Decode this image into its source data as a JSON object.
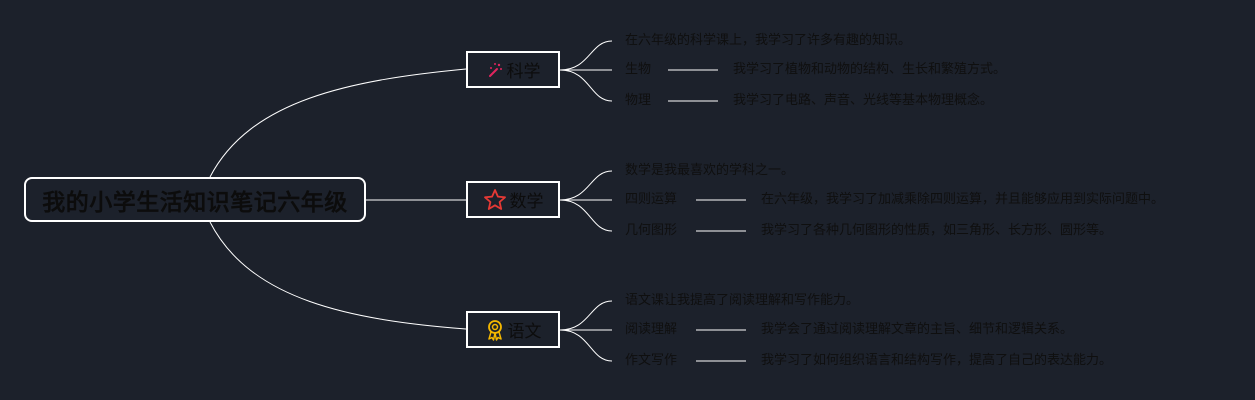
{
  "root": {
    "label": "我的小学生活知识笔记六年级"
  },
  "colors": {
    "background": "#1c212b",
    "line": "#ffffff",
    "science_icon": "#e0245e",
    "math_icon": "#e53935",
    "chinese_icon": "#f5b800"
  },
  "branches": [
    {
      "label": "科学",
      "icon": "magic-wand-icon",
      "intro": "在六年级的科学课上，我学习了许多有趣的知识。",
      "items": [
        {
          "label": "生物",
          "note": "我学习了植物和动物的结构、生长和繁殖方式。"
        },
        {
          "label": "物理",
          "note": "我学习了电路、声音、光线等基本物理概念。"
        }
      ]
    },
    {
      "label": "数学",
      "icon": "star-icon",
      "intro": "数学是我最喜欢的学科之一。",
      "items": [
        {
          "label": "四则运算",
          "note": "在六年级，我学习了加减乘除四则运算，并且能够应用到实际问题中。"
        },
        {
          "label": "几何图形",
          "note": "我学习了各种几何图形的性质，如三角形、长方形、圆形等。"
        }
      ]
    },
    {
      "label": "语文",
      "icon": "award-ribbon-icon",
      "intro": "语文课让我提高了阅读理解和写作能力。",
      "items": [
        {
          "label": "阅读理解",
          "note": "我学会了通过阅读理解文章的主旨、细节和逻辑关系。"
        },
        {
          "label": "作文写作",
          "note": "我学习了如何组织语言和结构写作，提高了自己的表达能力。"
        }
      ]
    }
  ]
}
